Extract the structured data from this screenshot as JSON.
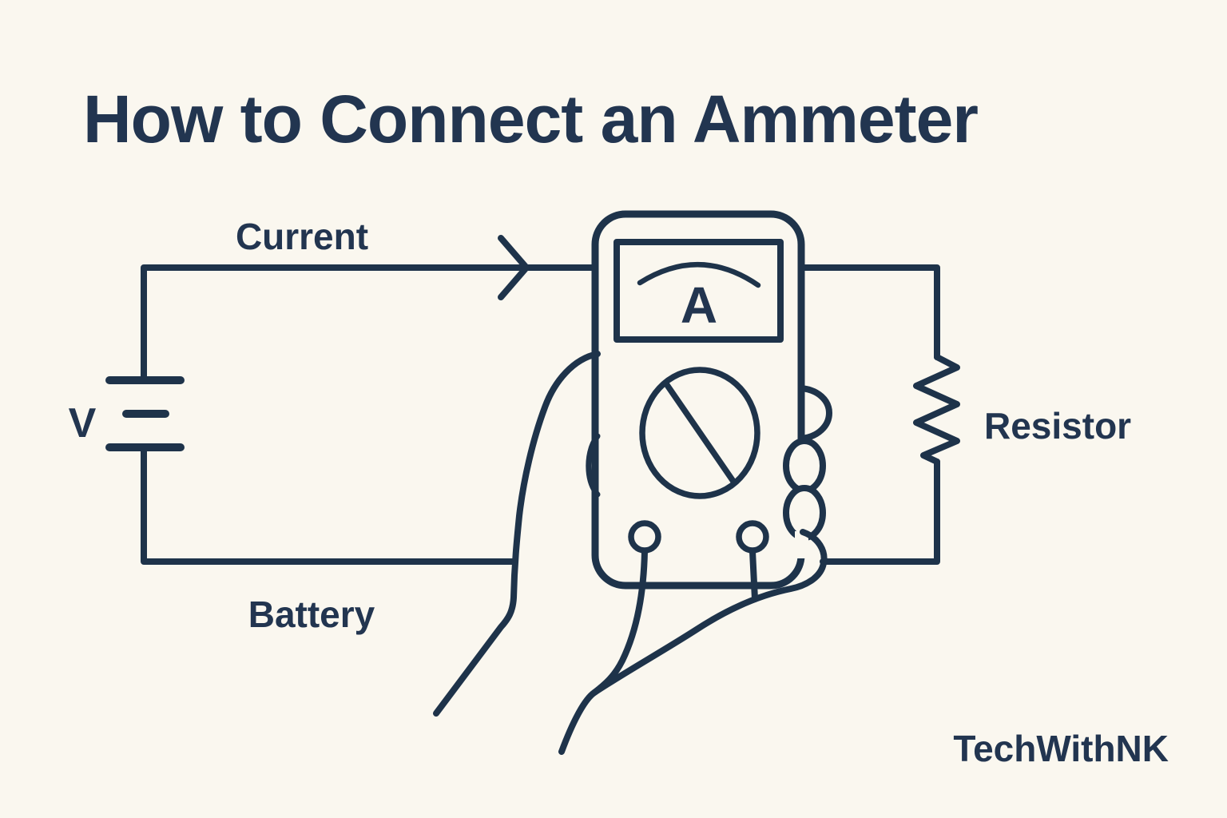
{
  "title": "How to Connect an Ammeter",
  "watermark": "TechWithNK",
  "labels": {
    "current": "Current",
    "battery": "Battery",
    "resistor": "Resistor",
    "voltage_symbol": "V",
    "ammeter_symbol": "A"
  },
  "colors": {
    "background": "#FAF7EF",
    "ink_line": "#1E334A",
    "ink_text": "#223550"
  }
}
